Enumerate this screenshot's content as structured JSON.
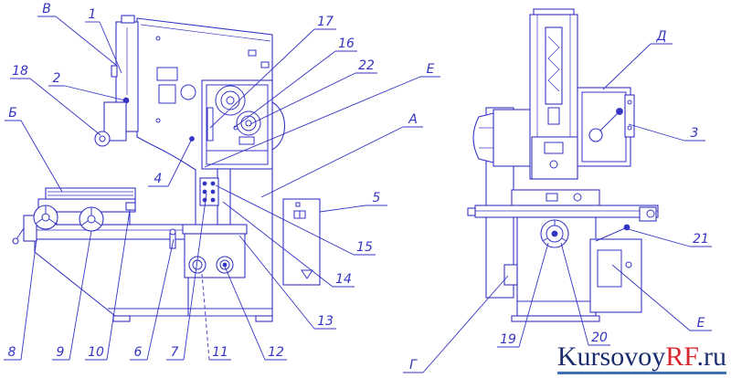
{
  "drawing": {
    "line_color": "#3434c4",
    "background": "#ffffff"
  },
  "front_view": {
    "callouts": [
      "В",
      "1",
      "18",
      "2",
      "Б",
      "17",
      "16",
      "22",
      "Е",
      "А",
      "4",
      "5",
      "15",
      "14",
      "13",
      "8",
      "9",
      "10",
      "6",
      "7",
      "11",
      "12"
    ]
  },
  "side_view": {
    "callouts": [
      "Д",
      "3",
      "21",
      "Е",
      "Г",
      "19",
      "20"
    ]
  },
  "watermark": {
    "name": "Kursovoy",
    "accent": "RF",
    "suffix": ".ru",
    "name_color": "#1b2d6e",
    "accent_color": "#d9262e",
    "underline_color": "#3f6fb8"
  }
}
